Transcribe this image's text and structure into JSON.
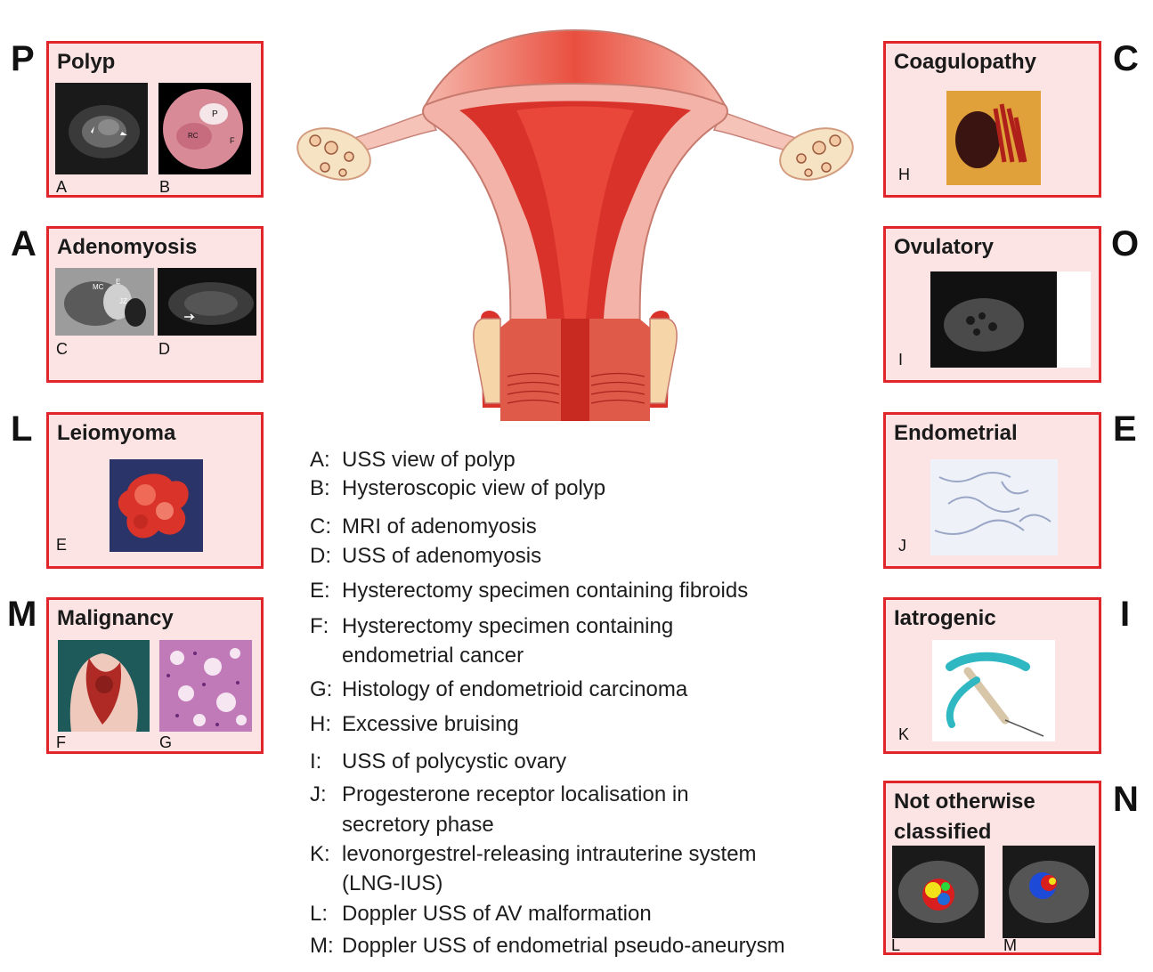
{
  "categories": [
    {
      "id": "P",
      "letter": "P",
      "title": "Polyp",
      "captions": [
        "A",
        "B"
      ]
    },
    {
      "id": "A",
      "letter": "A",
      "title": "Adenomyosis",
      "captions": [
        "C",
        "D"
      ]
    },
    {
      "id": "L",
      "letter": "L",
      "title": "Leiomyoma",
      "captions": [
        "E"
      ]
    },
    {
      "id": "M",
      "letter": "M",
      "title": "Malignancy",
      "captions": [
        "F",
        "G"
      ]
    },
    {
      "id": "C",
      "letter": "C",
      "title": "Coagulopathy",
      "captions": [
        "H"
      ]
    },
    {
      "id": "O",
      "letter": "O",
      "title": "Ovulatory",
      "captions": [
        "I"
      ]
    },
    {
      "id": "E",
      "letter": "E",
      "title": "Endometrial",
      "captions": [
        "J"
      ]
    },
    {
      "id": "I",
      "letter": "I",
      "title": "Iatrogenic",
      "captions": [
        "K"
      ]
    },
    {
      "id": "N",
      "letter": "N",
      "title_line1": "Not otherwise",
      "title_line2": "classified",
      "captions": [
        "L",
        "M"
      ]
    }
  ],
  "image_labels": {
    "polyp_P": "P",
    "polyp_RC": "RC",
    "polyp_F": "F",
    "mri_MC": "MC",
    "mri_E": "E",
    "mri_JZ": "JZ"
  },
  "legend": [
    {
      "key": "A:",
      "text": "USS view of polyp"
    },
    {
      "key": "B:",
      "text": "Hysteroscopic view of polyp"
    },
    {
      "key": "C:",
      "text": "MRI of adenomyosis"
    },
    {
      "key": "D:",
      "text": "USS of adenomyosis"
    },
    {
      "key": "E:",
      "text": "Hysterectomy specimen containing fibroids"
    },
    {
      "key": "F:",
      "text": "Hysterectomy specimen containing",
      "text2": "endometrial cancer"
    },
    {
      "key": "G:",
      "text": "Histology of endometrioid carcinoma"
    },
    {
      "key": "H:",
      "text": "Excessive bruising"
    },
    {
      "key": "I:",
      "text": "USS of polycystic ovary"
    },
    {
      "key": "J:",
      "text": "Progesterone receptor localisation in",
      "text2": "secretory phase"
    },
    {
      "key": "K:",
      "text": "levonorgestrel-releasing intrauterine system",
      "text2": "(LNG-IUS)"
    },
    {
      "key": "L:",
      "text": "Doppler USS of AV malformation"
    },
    {
      "key": "M:",
      "text": "Doppler USS of endometrial pseudo-aneurysm"
    }
  ],
  "colors": {
    "panel_border": "#e0262b",
    "panel_fill": "#fce4e4",
    "uterus_outer": "#f4b3a8",
    "uterus_inner": "#d8322a"
  }
}
